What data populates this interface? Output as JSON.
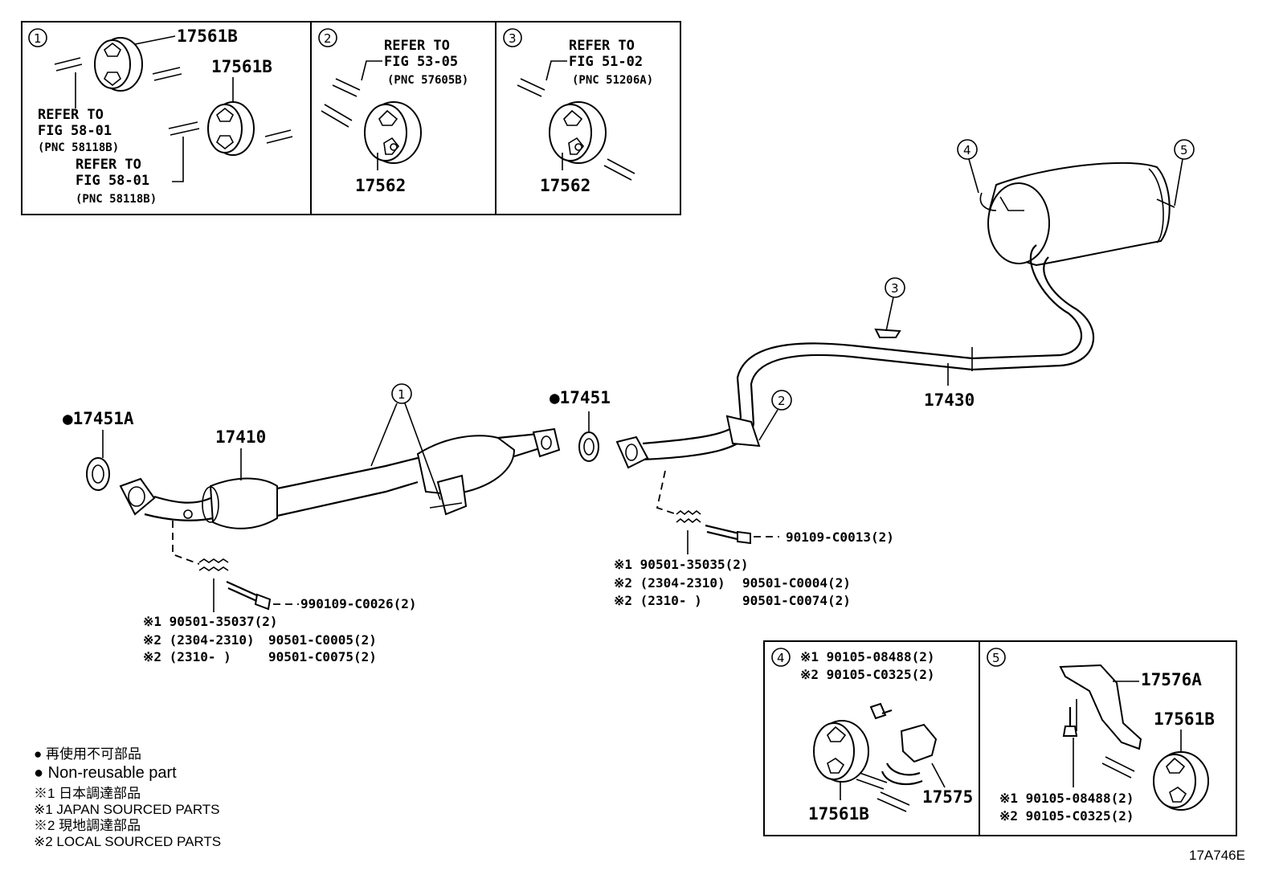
{
  "figure_code": "17A746E",
  "inset_boxes": {
    "box1": {
      "marker": "1",
      "part_top": "17561B",
      "part_mid": "17561B",
      "ref1": [
        "REFER TO",
        "FIG 58-01",
        "(PNC 58118B)"
      ],
      "ref2": [
        "REFER TO",
        "FIG 58-01",
        "(PNC 58118B)"
      ]
    },
    "box2": {
      "marker": "2",
      "ref": [
        "REFER TO",
        "FIG 53-05",
        "(PNC 57605B)"
      ],
      "part": "17562"
    },
    "box3": {
      "marker": "3",
      "ref": [
        "REFER TO",
        "FIG 51-02",
        "(PNC 51206A)"
      ],
      "part": "17562"
    },
    "box4": {
      "marker": "4",
      "note1": "※1  90105-08488(2)",
      "note2": "※2  90105-C0325(2)",
      "part_a": "17561B",
      "part_b": "17575"
    },
    "box5": {
      "marker": "5",
      "part_a": "17576A",
      "part_b": "17561B",
      "note1": "※1  90105-08488(2)",
      "note2": "※2  90105-C0325(2)"
    }
  },
  "main": {
    "gasket_front": "●17451A",
    "front_pipe": "17410",
    "marker_front_pipe": "1",
    "gasket_center": "●17451",
    "center_pipe": "17430",
    "marker_2": "2",
    "marker_3": "3",
    "marker_4": "4",
    "marker_5": "5",
    "bolt_front": "990109-C0026(2)",
    "spring_front_lines": [
      "※1 90501-35037(2)",
      "※2 (2304-2310)",
      "90501-C0005(2)",
      "※2 (2310-      )",
      "90501-C0075(2)"
    ],
    "bolt_center": "90109-C0013(2)",
    "spring_center_lines": [
      "※1 90501-35035(2)",
      "※2 (2304-2310)",
      "90501-C0004(2)",
      "※2 (2310-      )",
      "90501-C0074(2)"
    ]
  },
  "legend": {
    "jp_nonreusable": "● 再使用不可部品",
    "en_nonreusable": "● Non-reusable part",
    "jp_japan": "※1  日本調達部品",
    "en_japan": "※1  JAPAN SOURCED PARTS",
    "jp_local": "※2  現地調達部品",
    "en_local": "※2  LOCAL SOURCED PARTS"
  }
}
